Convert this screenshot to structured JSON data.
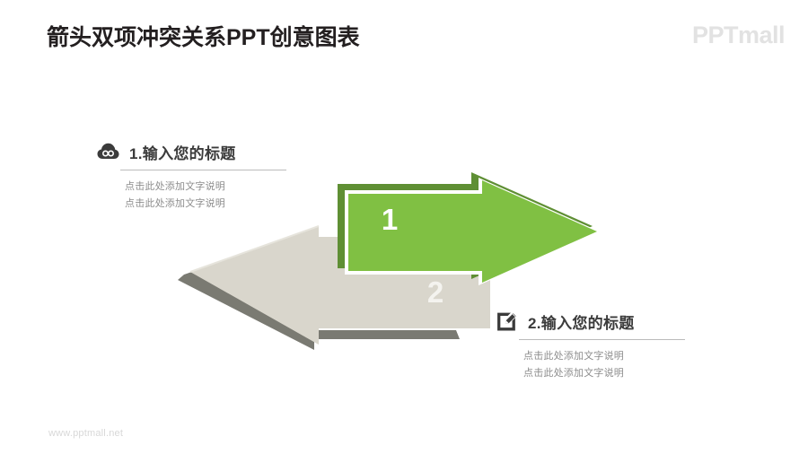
{
  "header": {
    "title": "箭头双项冲突关系PPT创意图表",
    "logo_upper": "PPT",
    "logo_lower": "mall"
  },
  "footer": {
    "url": "www.pptmall.net"
  },
  "blocks": [
    {
      "icon": "cloud-infinity-icon",
      "title": "1.输入您的标题",
      "lines": [
        "点击此处添加文字说明",
        "点击此处添加文字说明"
      ]
    },
    {
      "icon": "edit-square-icon",
      "title": "2.输入您的标题",
      "lines": [
        "点击此处添加文字说明",
        "点击此处添加文字说明"
      ]
    }
  ],
  "diagram": {
    "arrows": [
      {
        "name": "green-right-arrow",
        "number": "1",
        "direction": "right",
        "face_color": "#80C043",
        "side_color": "#5F8F34",
        "number_color": "#FFFFFF"
      },
      {
        "name": "gray-left-arrow",
        "number": "2",
        "direction": "left",
        "face_color": "#D9D6CC",
        "side_color": "#7A7A72",
        "number_color": "#F4F3EF"
      }
    ]
  },
  "colors": {
    "title_text": "#231f20",
    "body_text": "#8d8d8d",
    "logo": "#e2e2e2",
    "footer": "#d8d8d8",
    "green_accent": "#80C043",
    "gray_accent": "#D9D6CC"
  }
}
